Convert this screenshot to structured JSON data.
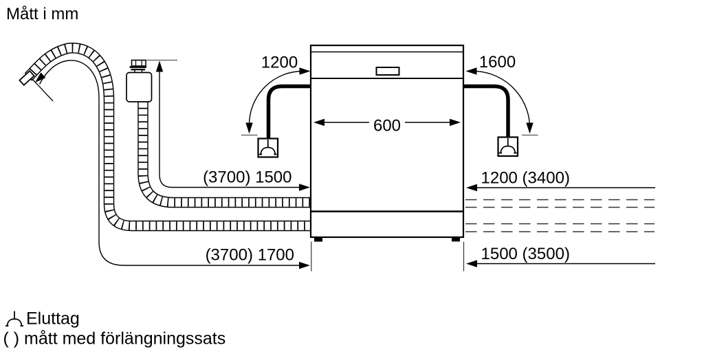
{
  "title": "Mått i mm",
  "dims": {
    "cord_left": "1200",
    "cord_right": "1600",
    "appliance_width": "600",
    "supply_hose": "(3700) 1500",
    "drain_hose": "(3700) 1700",
    "right_top": "1200 (3400)",
    "right_bottom": "1500 (3500)"
  },
  "legend": {
    "socket_icon": "power-outlet-icon",
    "socket_label": "Eluttag",
    "note": "( ) mått med förlängningssats"
  },
  "colors": {
    "ink": "#000000",
    "muted": "#555555",
    "background": "#ffffff"
  }
}
